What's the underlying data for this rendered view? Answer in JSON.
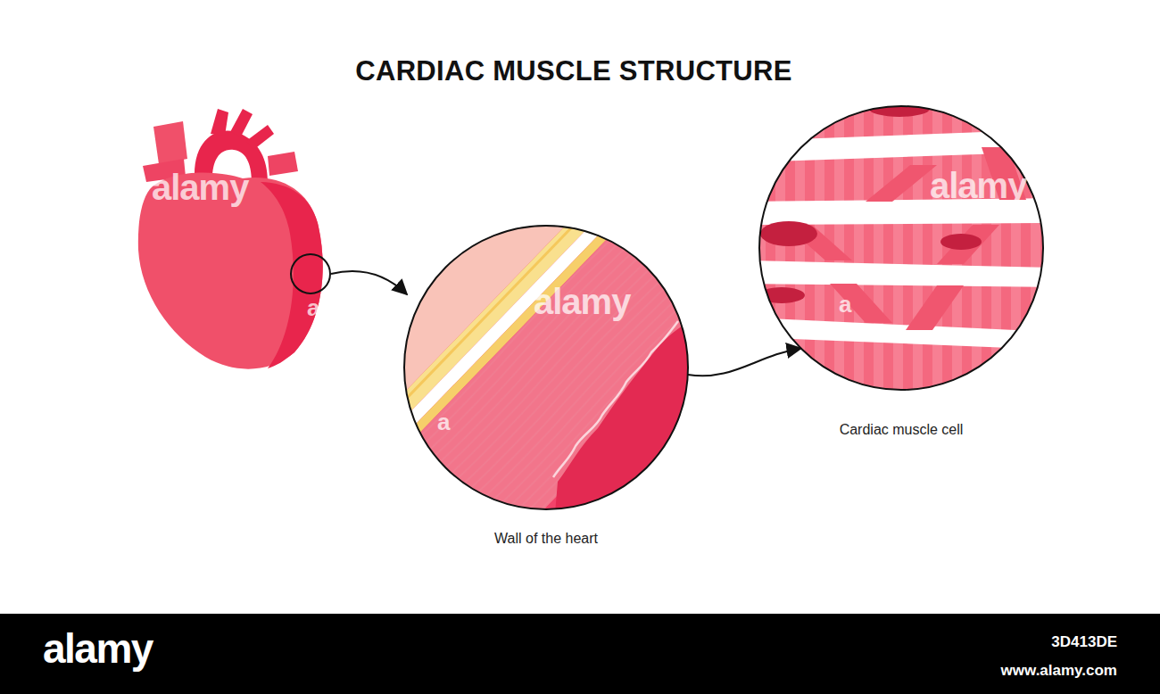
{
  "diagram": {
    "title": "CARDIAC MUSCLE STRUCTURE",
    "nodes": [
      {
        "text": [
          "Wall of the heart"
        ]
      },
      {
        "text": [
          "Cardiac muscle cell"
        ]
      }
    ],
    "edges": [
      {
        "from": 0,
        "to": 1,
        "arrow": "to"
      }
    ],
    "labels": [
      "alamy",
      "a",
      "alamy",
      "a",
      "alamy",
      "a",
      "alamy",
      "3D413DE",
      "www.alamy.com"
    ]
  }
}
